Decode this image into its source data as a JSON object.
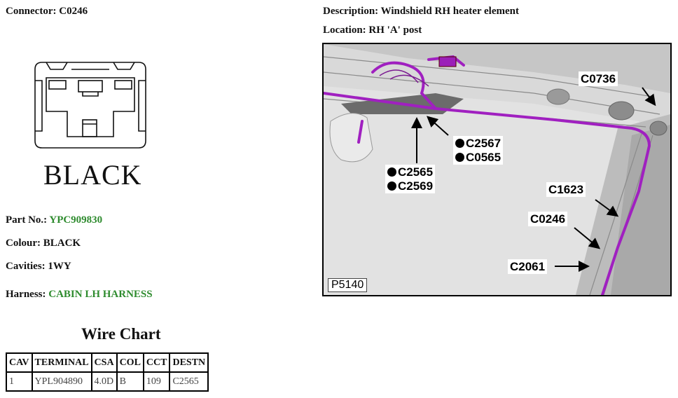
{
  "connector": {
    "label": "Connector:",
    "value": "C0246"
  },
  "description": {
    "label": "Description:",
    "value": "Windshield RH heater element"
  },
  "location": {
    "label": "Location:",
    "value": "RH 'A' post"
  },
  "colour_big": "BLACK",
  "part_no": {
    "label": "Part No.:",
    "value": "YPC909830"
  },
  "colour": {
    "label": "Colour:",
    "value": "BLACK"
  },
  "cavities": {
    "label": "Cavities:",
    "value": "1WY"
  },
  "harness": {
    "label": "Harness:",
    "value": "CABIN LH HARNESS"
  },
  "wire_chart": {
    "title": "Wire Chart",
    "headers": [
      "CAV",
      "TERMINAL",
      "CSA",
      "COL",
      "CCT",
      "DESTN"
    ],
    "rows": [
      [
        "1",
        "YPL904890",
        "4.0D",
        "B",
        "109",
        "C2565"
      ]
    ]
  },
  "figure": {
    "code": "P5140",
    "callouts": [
      "C0736",
      "C2567",
      "C0565",
      "C2565",
      "C2569",
      "C1623",
      "C0246",
      "C2061"
    ]
  },
  "colors": {
    "link_green": "#2e8b2e",
    "harness_purple": "#a020c0"
  }
}
